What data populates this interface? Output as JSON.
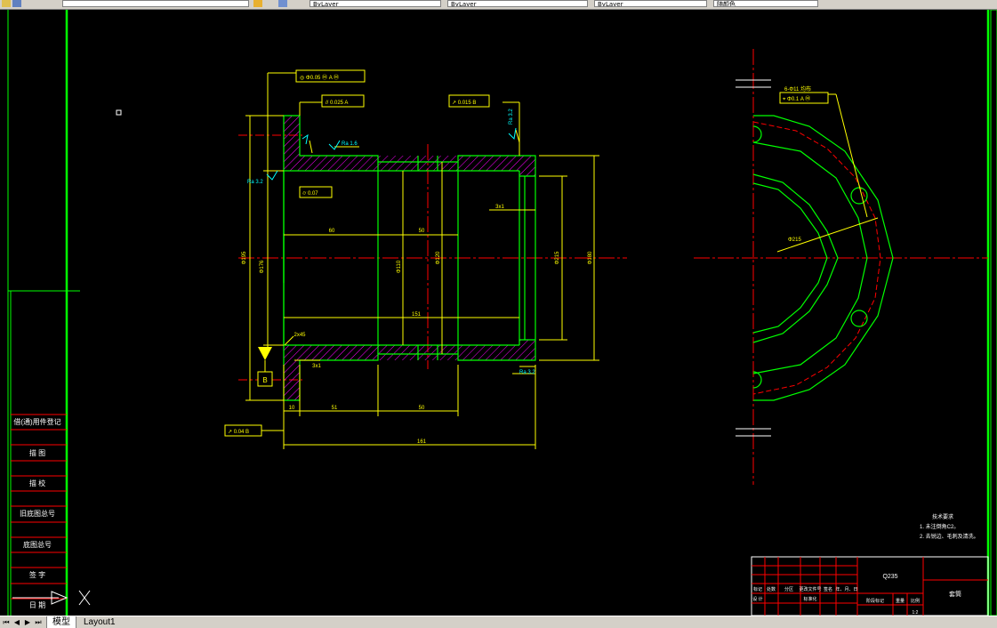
{
  "toolbar": {
    "fields": [
      "ByLayer",
      "ByLayer",
      "ByLayer",
      "随颜色"
    ]
  },
  "layout_tabs": [
    "模型",
    "Layout1"
  ],
  "drawing": {
    "dims": [
      "60",
      "50",
      "51",
      "50",
      "10",
      "161",
      "151"
    ],
    "diameters": [
      "Φ195",
      "Φ176",
      "Φ180",
      "Φ110",
      "Φ120",
      "Φ215",
      "Φ215"
    ],
    "chamfers": [
      "3x1",
      "3x1",
      "2x45"
    ],
    "tolerances": {
      "gdt1": "◎ Φ0.05 Ⓜ A Ⓜ",
      "gdt2": "// 0.025 A",
      "gdt3": "↗ 0.015 B",
      "gdt4": "↗ 0.04 B",
      "gdt5": "⌭ 0.07",
      "gdt6": "⌖ Φ0.1 A Ⓜ"
    },
    "roughness": [
      "Ra 1.6",
      "Ra 3.2",
      "Ra 3.2",
      "Ra 3.2"
    ],
    "datum_b": "B",
    "bolt_note": "6-Φ11 均布",
    "bolt_circle": "Φ215",
    "tech_requirements": [
      "技术要求",
      "1. 未注倒角C2。",
      "2. 去锐边、毛刺及清洗。"
    ]
  },
  "left_panel": [
    "借(通)用件登记",
    "描 图",
    "描 校",
    "旧底图总号",
    "底图总号",
    "签 字",
    "日 期"
  ],
  "title_block": {
    "material": "Q235",
    "part_name": "套筒",
    "row_labels": [
      "标记",
      "处数",
      "分区",
      "更改文件号",
      "签名",
      "年、月、日"
    ],
    "design": "设 计",
    "standard": "标准化",
    "stage_mark": "阶段标记",
    "weight": "重量",
    "scale": "比例",
    "scale_value": "1:2"
  },
  "colors": {
    "background": "#000000",
    "part_outline": "#00ff00",
    "dimension": "#ffff00",
    "centerline": "#ff0000",
    "hatch": "#ff00ff",
    "annotation": "#00ffff",
    "border": "#00ff00",
    "panel_lines": "#ff0000"
  }
}
